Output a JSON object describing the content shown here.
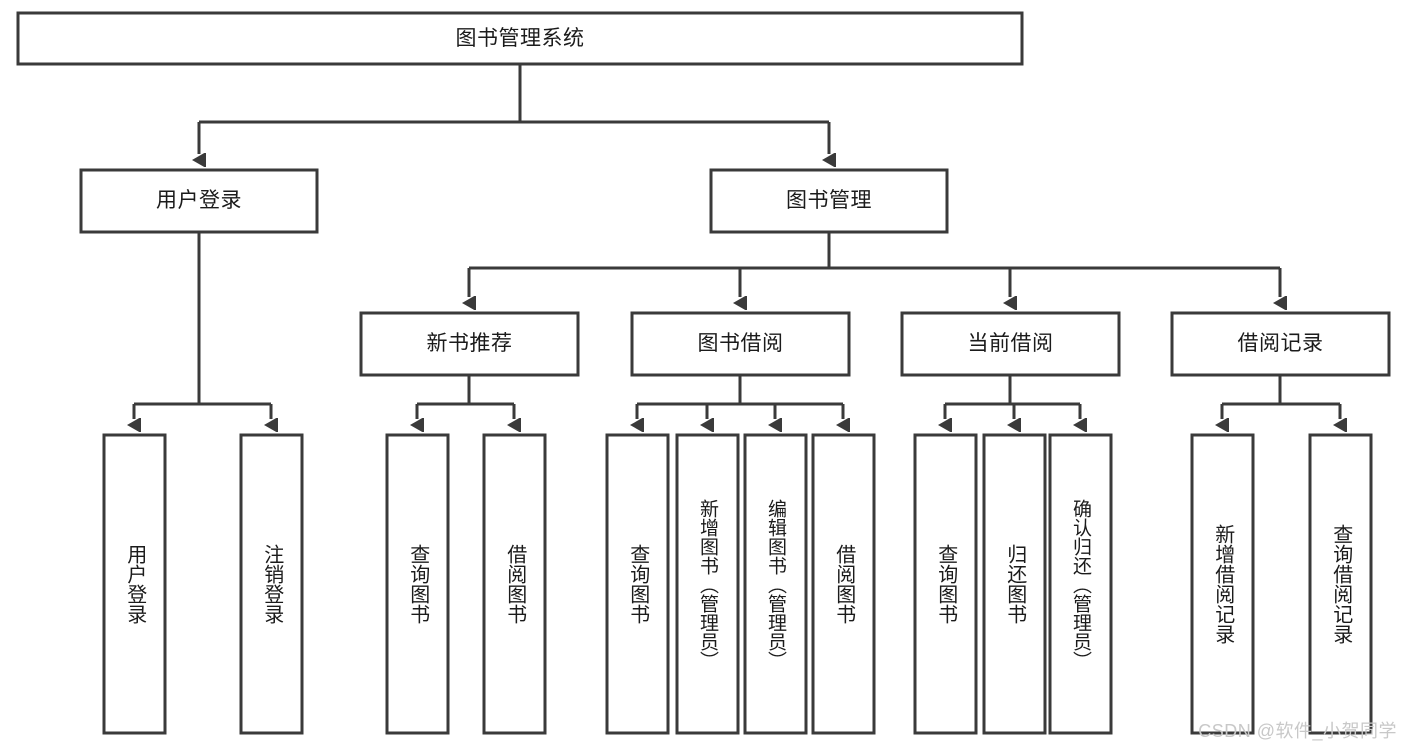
{
  "diagram": {
    "type": "tree-hierarchy-chart",
    "title": "图书管理系统",
    "colors": {
      "box_stroke": "#3a3a3a",
      "box_fill": "#ffffff",
      "connector": "#3a3a3a",
      "text": "#1b1b1b",
      "background": "#ffffff",
      "watermark": "#c8c8c8"
    },
    "levels": {
      "root": {
        "label": "图书管理系统"
      },
      "level2": [
        {
          "label": "用户登录"
        },
        {
          "label": "图书管理"
        }
      ],
      "level3": [
        {
          "label": "新书推荐"
        },
        {
          "label": "图书借阅"
        },
        {
          "label": "当前借阅"
        },
        {
          "label": "借阅记录"
        }
      ],
      "leaves": {
        "user_login": [
          {
            "label": "用户登录"
          },
          {
            "label": "注销登录"
          }
        ],
        "new_book_recommend": [
          {
            "label": "查询图书"
          },
          {
            "label": "借阅图书"
          }
        ],
        "book_borrow": [
          {
            "label": "查询图书"
          },
          {
            "label": "新增图书（管理员）"
          },
          {
            "label": "编辑图书（管理员）"
          },
          {
            "label": "借阅图书"
          }
        ],
        "current_borrow": [
          {
            "label": "查询图书"
          },
          {
            "label": "归还图书"
          },
          {
            "label": "确认归还（管理员）"
          }
        ],
        "borrow_record": [
          {
            "label": "新增借阅记录"
          },
          {
            "label": "查询借阅记录"
          }
        ]
      }
    },
    "watermark": "CSDN @软件_小贺同学"
  }
}
